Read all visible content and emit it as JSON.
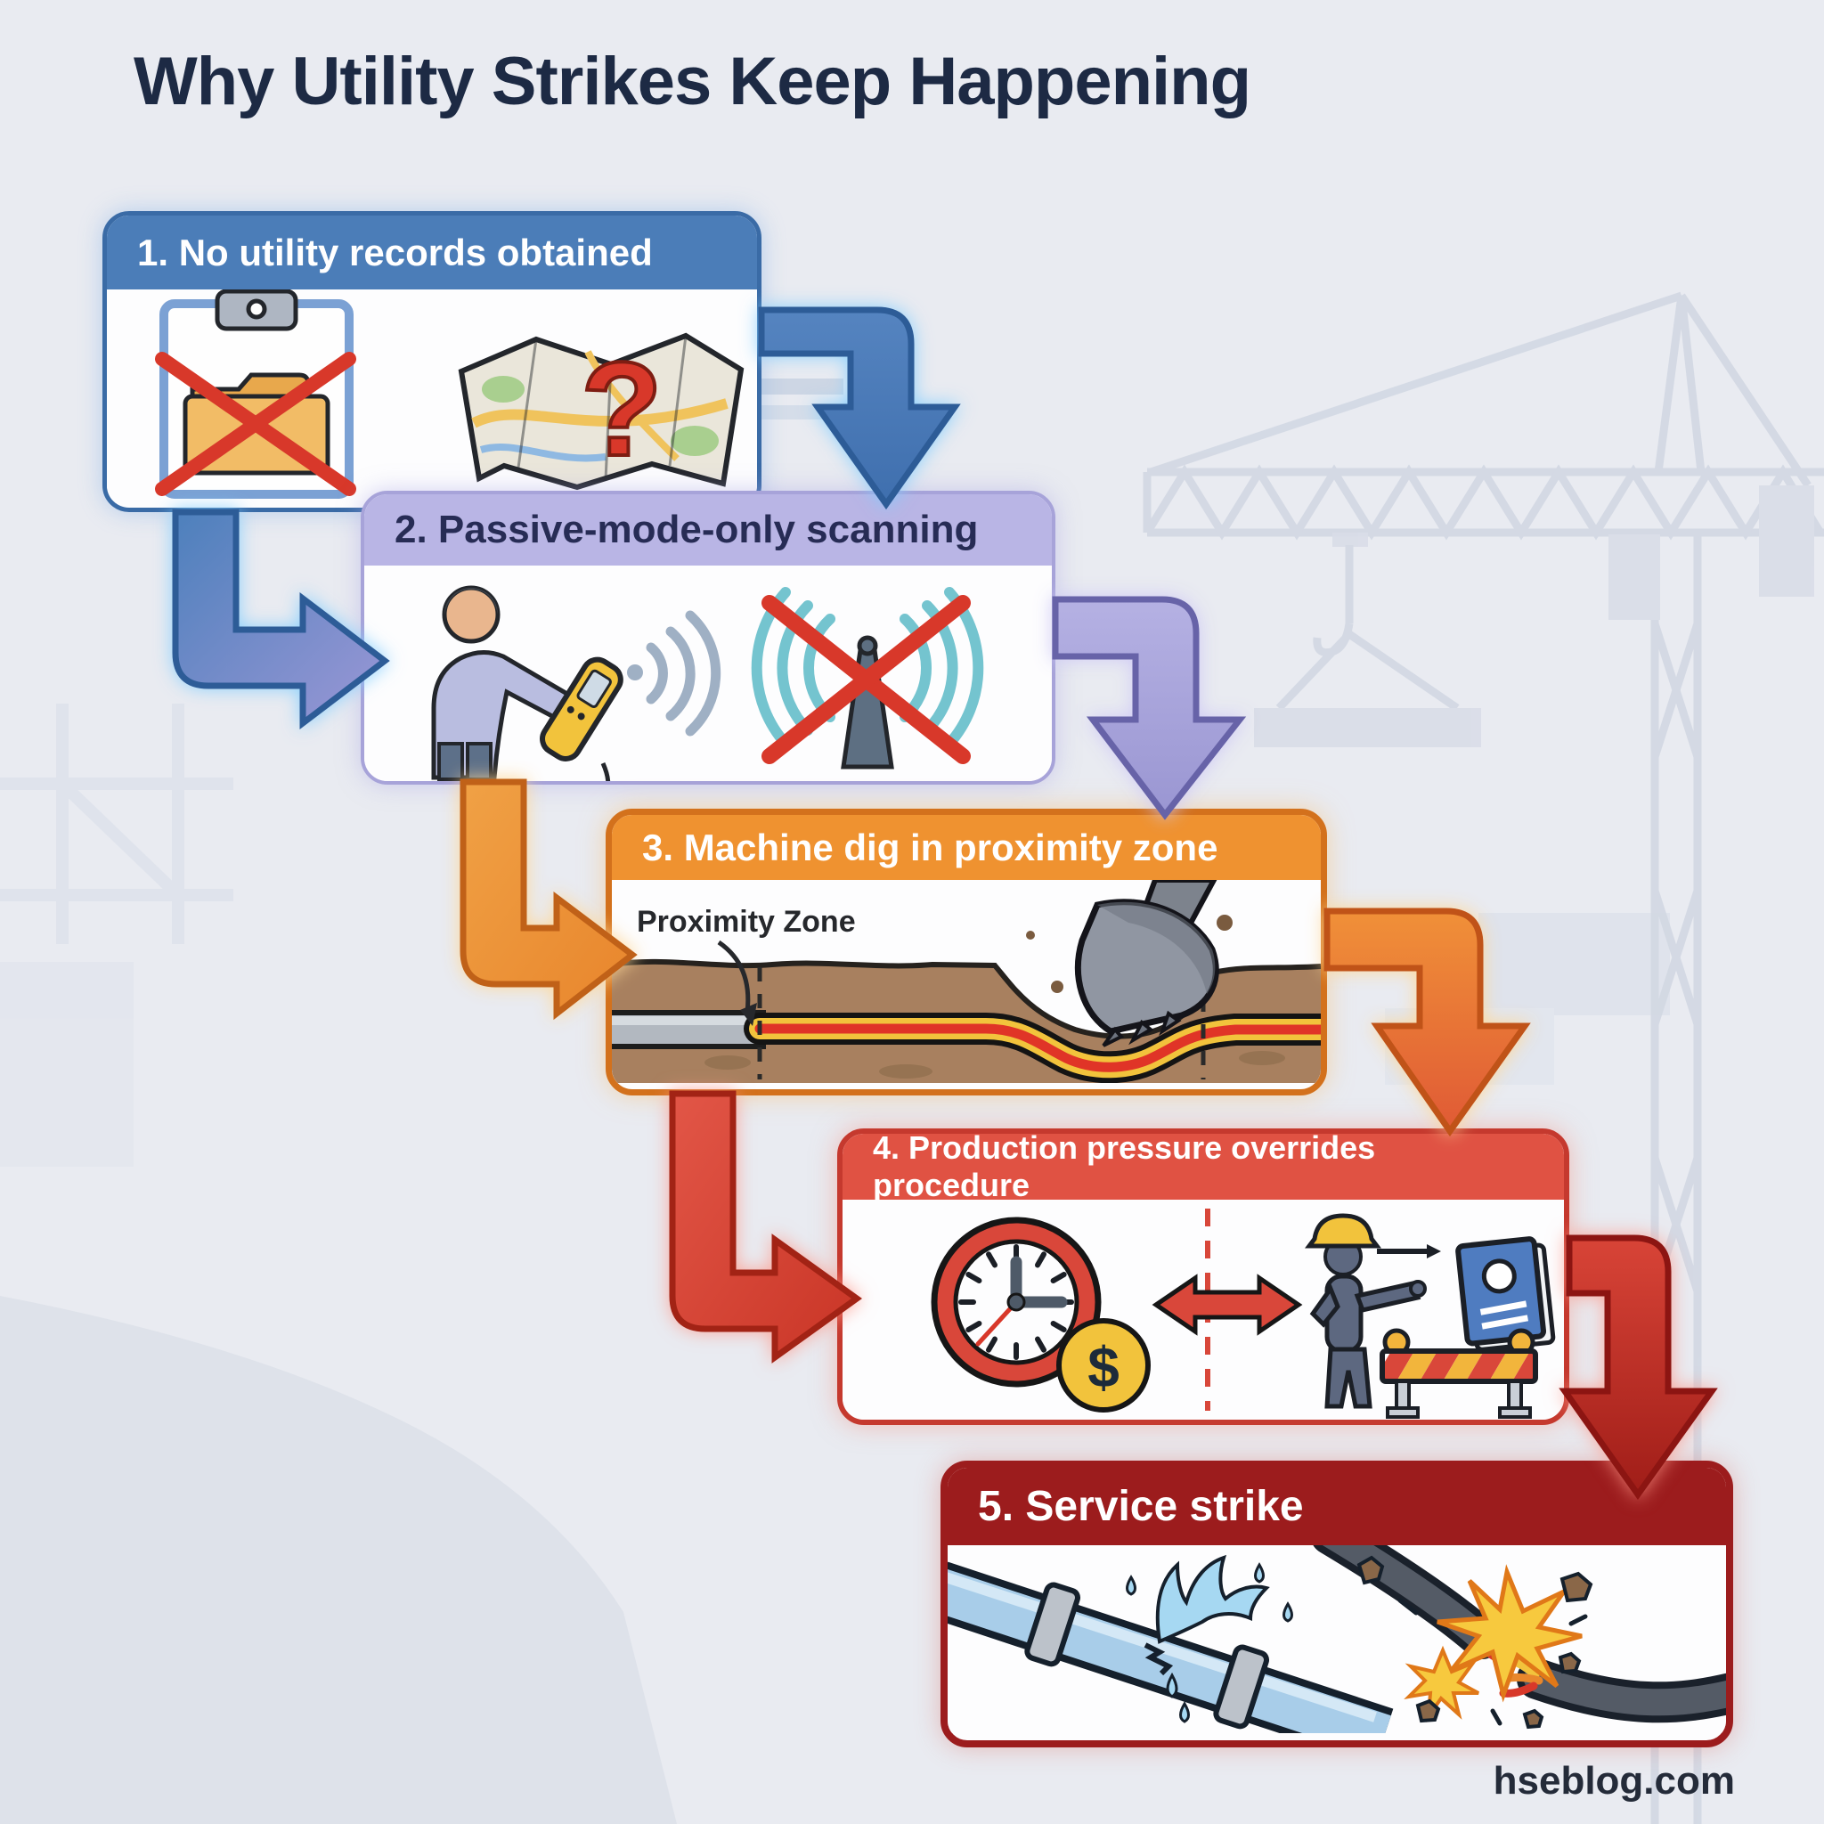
{
  "title": "Why Utility Strikes Keep Happening",
  "footer": "hseblog.com",
  "colors": {
    "background": "#e9ebf1",
    "title_text": "#1d2a44",
    "silhouette": "#d5dae4"
  },
  "labels": {
    "proximity_zone": "Proximity Zone",
    "question_mark": "?",
    "dollar_sign": "$"
  },
  "steps": [
    {
      "number": "1",
      "label": "1. No utility records obtained",
      "header_color": "#4b7db8",
      "border_color": "#3a6ba6",
      "header_text_color": "#ffffff",
      "icons": [
        "clipboard-icon",
        "crossed-out-folder-icon",
        "map-question-icon"
      ]
    },
    {
      "number": "2",
      "label": "2. Passive-mode-only scanning",
      "header_color": "#b9b5e5",
      "border_color": "#a7a3d9",
      "header_text_color": "#272c55",
      "icons": [
        "surveyor-with-cable-locator-icon",
        "signal-waves-icon",
        "crossed-out-transmitter-icon"
      ]
    },
    {
      "number": "3",
      "label": "3. Machine dig in proximity zone",
      "header_color": "#ef9230",
      "border_color": "#d3711c",
      "header_text_color": "#ffffff",
      "annotation": "Proximity Zone",
      "icons": [
        "excavator-bucket-icon",
        "buried-pipe-icon",
        "buried-marker-tape-icon",
        "proximity-zone-dashed-lines-icon"
      ]
    },
    {
      "number": "4",
      "label": "4. Production pressure overrides procedure",
      "header_color": "#e05243",
      "border_color": "#c5392e",
      "header_text_color": "#ffffff",
      "icons": [
        "clock-icon",
        "money-coin-icon",
        "tradeoff-double-arrow-icon",
        "worker-dismissing-icon",
        "procedure-book-icon",
        "work-barrier-icon"
      ]
    },
    {
      "number": "5",
      "label": "5. Service strike",
      "header_color": "#9c1c1d",
      "border_color": "#9c1c1d",
      "header_text_color": "#ffffff",
      "icons": [
        "burst-water-pipe-icon",
        "severed-electric-cable-icon",
        "spark-flash-icon"
      ]
    }
  ],
  "arrows": [
    {
      "name": "arrow-step1-right-to-step2",
      "from_step": "1",
      "to_step": "2",
      "color": "#4a7cba"
    },
    {
      "name": "arrow-step1-left-to-step2",
      "from_step": "1",
      "to_step": "2",
      "color": "#7d8ccb"
    },
    {
      "name": "arrow-step2-right-to-step3",
      "from_step": "2",
      "to_step": "3",
      "color": "#aeaade"
    },
    {
      "name": "arrow-step2-left-to-step3",
      "from_step": "2",
      "to_step": "3",
      "color": "#ec8f33"
    },
    {
      "name": "arrow-step3-right-to-step4",
      "from_step": "3",
      "to_step": "4",
      "color": "#e8763a"
    },
    {
      "name": "arrow-step3-left-to-step4",
      "from_step": "3",
      "to_step": "4",
      "color": "#d9473a"
    },
    {
      "name": "arrow-step4-right-to-step5",
      "from_step": "4",
      "to_step": "5",
      "color": "#b22a20"
    }
  ],
  "background_scene": {
    "elements": [
      "tower-crane-silhouette",
      "crane-hook-and-load-silhouette",
      "scaffolding-silhouette",
      "ground-mound-silhouette"
    ]
  }
}
